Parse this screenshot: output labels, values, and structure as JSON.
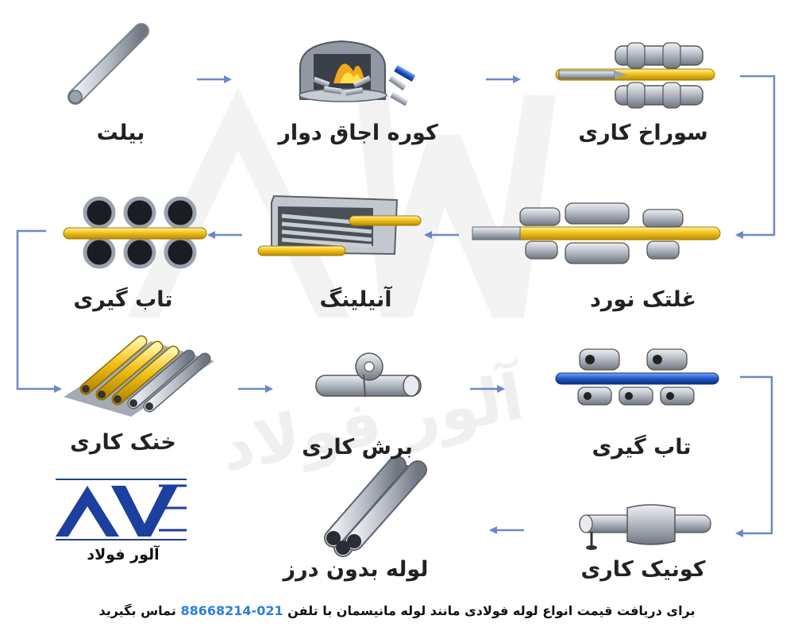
{
  "steps": [
    {
      "id": "billet",
      "label": "بیلت"
    },
    {
      "id": "rotary_furnace",
      "label": "کوره اجاق دوار"
    },
    {
      "id": "piercing",
      "label": "سوراخ کاری"
    },
    {
      "id": "mandrel_rolling",
      "label": "غلتک نورد"
    },
    {
      "id": "annealing",
      "label": "آنیلینگ"
    },
    {
      "id": "straightening_1",
      "label": "تاب گیری"
    },
    {
      "id": "cooling",
      "label": "خنک کاری"
    },
    {
      "id": "cutting",
      "label": "برش کاری"
    },
    {
      "id": "straightening_2",
      "label": "تاب گیری"
    },
    {
      "id": "conical",
      "label": "کونیک کاری"
    },
    {
      "id": "seamless_pipe",
      "label": "لوله بدون درز"
    }
  ],
  "logo": {
    "text": "آلور فولاد"
  },
  "watermark": {
    "text": "آلور فولاد"
  },
  "footer": {
    "before": "برای دریافت قیمت انواع لوله فولادی مانند لوله مانیسمان با تلفن",
    "phone": "021-88668214",
    "after": "تماس بگیرید"
  },
  "colors": {
    "arrow": "#6e87c9",
    "steel": "#b9bfc7",
    "hot": "#f2c21b",
    "blue_pipe": "#1f56c9",
    "logo_blue": "#1c3fa0"
  }
}
